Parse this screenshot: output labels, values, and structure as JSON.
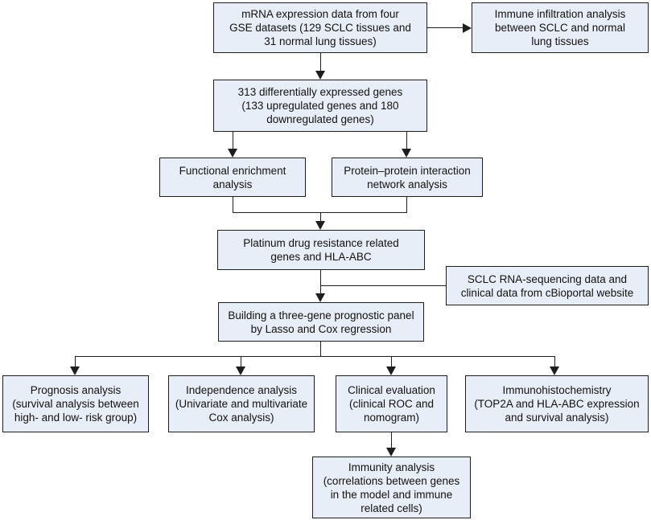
{
  "nodes": {
    "mrna": "mRNA expression data from four\nGSE datasets (129 SCLC tissues and\n31 normal lung tissues)",
    "immune_infiltration": "Immune infiltration analysis\nbetween SCLC and normal\nlung tissues",
    "degs": "313 differentially expressed genes\n(133 upregulated genes and 180\ndownregulated genes)",
    "functional": "Functional enrichment\nanalysis",
    "ppi": "Protein–protein interaction\nnetwork analysis",
    "platinum": "Platinum drug resistance related\ngenes and HLA-ABC",
    "cbioportal": "SCLC RNA-sequencing data and\nclinical data from cBioportal website",
    "panel": "Building a three-gene prognostic panel\nby Lasso and Cox regression",
    "prognosis": "Prognosis analysis\n(survival analysis between\nhigh- and low- risk group)",
    "independence": "Independence analysis\n(Univariate and multivariate\nCox analysis)",
    "clinical": "Clinical evaluation\n(clinical ROC and\nnomogram)",
    "ihc": "Immunohistochemistry\n(TOP2A and HLA-ABC expression\nand survival analysis)",
    "immunity": "Immunity analysis\n(correlations between genes\nin the model and immune\nrelated cells)"
  },
  "colors": {
    "box_fill": "#e8eef7",
    "stroke": "#1e1e1e"
  }
}
